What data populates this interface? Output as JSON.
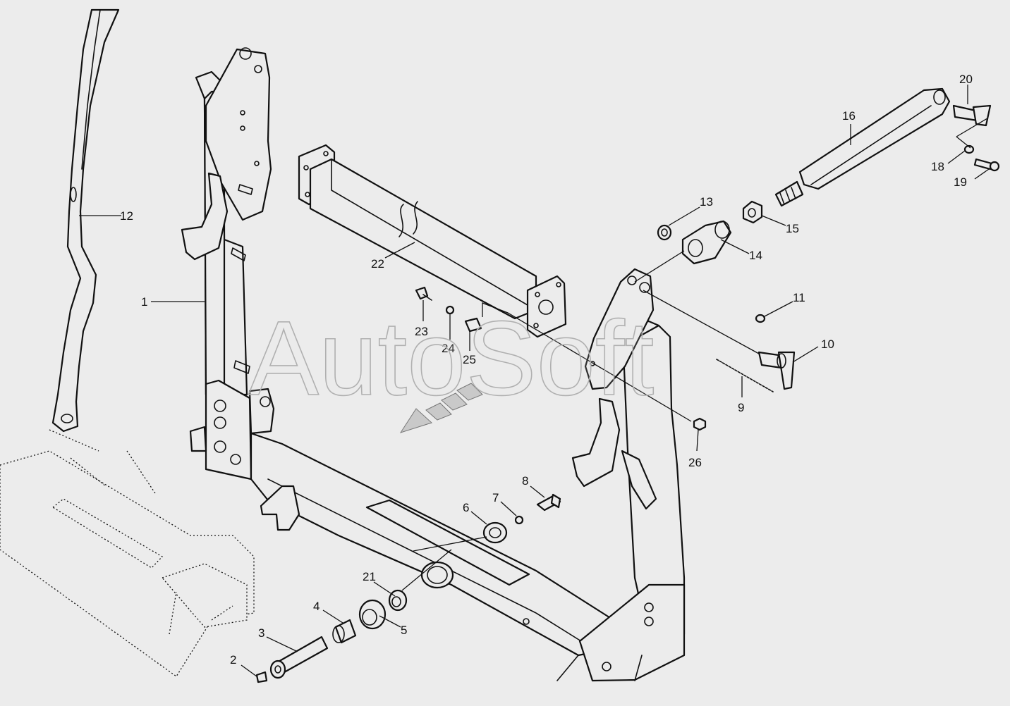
{
  "watermark": "AutoSoft",
  "callouts": [
    {
      "n": "1"
    },
    {
      "n": "2"
    },
    {
      "n": "3"
    },
    {
      "n": "4"
    },
    {
      "n": "5"
    },
    {
      "n": "6"
    },
    {
      "n": "7"
    },
    {
      "n": "8"
    },
    {
      "n": "9"
    },
    {
      "n": "10"
    },
    {
      "n": "11"
    },
    {
      "n": "12"
    },
    {
      "n": "13"
    },
    {
      "n": "14"
    },
    {
      "n": "15"
    },
    {
      "n": "16"
    },
    {
      "n": "18"
    },
    {
      "n": "19"
    },
    {
      "n": "20"
    },
    {
      "n": "21"
    },
    {
      "n": "22"
    },
    {
      "n": "23"
    },
    {
      "n": "24"
    },
    {
      "n": "25"
    },
    {
      "n": "26"
    }
  ]
}
